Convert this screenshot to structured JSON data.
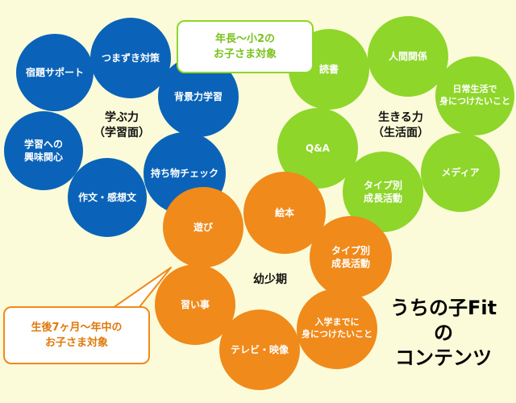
{
  "colors": {
    "blue": "#0a63b8",
    "green": "#8ed62a",
    "orange": "#f08a1b",
    "callout_green_border": "#8ed62a",
    "callout_orange_border": "#f08a1b",
    "background": "#fbfbd9"
  },
  "learning": {
    "label": "学ぶ力\n（学習面）",
    "items": [
      {
        "label": "宿題サポート"
      },
      {
        "label": "つまずき対策"
      },
      {
        "label": "背景力学習"
      },
      {
        "label": "学習への\n興味関心"
      },
      {
        "label": "持ち物チェック"
      },
      {
        "label": "作文・感想文"
      }
    ]
  },
  "living": {
    "label": "生きる力\n（生活面）",
    "items": [
      {
        "label": "読書"
      },
      {
        "label": "人間関係"
      },
      {
        "label": "日常生活で\n身につけたいこと"
      },
      {
        "label": "Q&A"
      },
      {
        "label": "メディア"
      },
      {
        "label": "タイプ別\n成長活動"
      }
    ]
  },
  "early": {
    "label": "幼少期",
    "items": [
      {
        "label": "遊び"
      },
      {
        "label": "絵本"
      },
      {
        "label": "タイプ別\n成長活動"
      },
      {
        "label": "習い事"
      },
      {
        "label": "入学までに\n身につけたいこと"
      },
      {
        "label": "テレビ・映像"
      }
    ]
  },
  "callouts": {
    "school": "年長～小2の\nお子さま対象",
    "infant": "生後7ヶ月～年中の\nお子さま対象"
  },
  "title": {
    "line1": "うちの子Fit",
    "line2": "の",
    "line3": "コンテンツ"
  }
}
